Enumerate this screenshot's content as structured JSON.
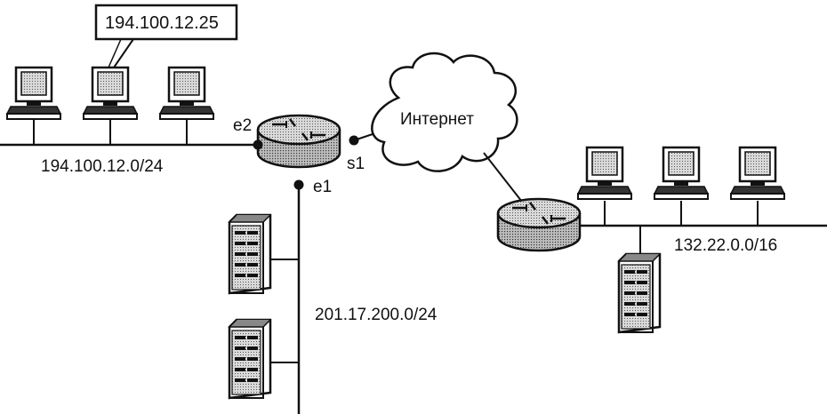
{
  "diagram": {
    "callout_ip": "194.100.12.25",
    "cloud_label": "Интернет",
    "ports": {
      "e2": "e2",
      "s1": "s1",
      "e1": "e1"
    },
    "networks": {
      "left_lan": "194.100.12.0/24",
      "server_lan": "201.17.200.0/24",
      "right_lan": "132.22.0.0/16"
    }
  },
  "colors": {
    "line": "#111111",
    "screen_fill": "#c8c8c8",
    "router_fill": "#9a9a9a",
    "server_fill": "#d8d8d8"
  }
}
